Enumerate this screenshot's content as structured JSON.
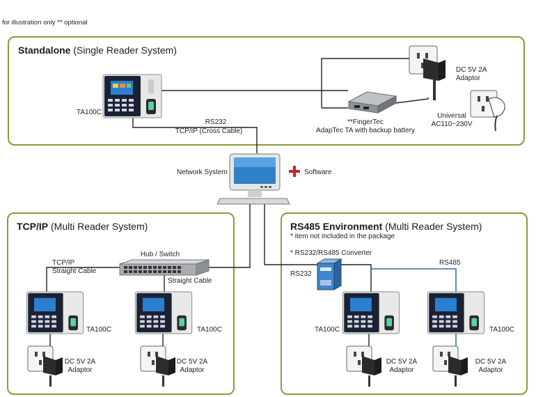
{
  "note": "for illustration only ** optional",
  "colors": {
    "panel_border": "#8a9a3e",
    "wire": "#222222",
    "rs485_wire": "#2f6fb0",
    "plus": "#d42027"
  },
  "standalone": {
    "title_bold": "Standalone",
    "title_rest": "(Single Reader System)",
    "reader_label": "TA100C",
    "link_label_1": "RS232",
    "link_label_2": "TCP/IP (Cross Cable)",
    "adaptor_label": "DC 5V 2A\nAdaptor",
    "adaptec_label": "**FingerTec\nAdapTec TA with backup battery",
    "universal_label": "Universal\nAC110~230V"
  },
  "center": {
    "network_label": "Network System",
    "software_label": "Software"
  },
  "tcpip": {
    "title_bold": "TCP/IP",
    "title_rest": "(Multi Reader System)",
    "hub_label": "Hub / Switch",
    "left_cable": "TCP/IP\nStraight Cable",
    "right_cable": "Straight Cable",
    "reader1_label": "TA100C",
    "reader2_label": "TA100C",
    "adaptor1_label": "DC 5V 2A\nAdaptor",
    "adaptor2_label": "DC 5V 2A\nAdaptor"
  },
  "rs485": {
    "title_bold": "RS485 Environment",
    "title_rest": "(Multi Reader System)",
    "subtitle": "* item not included in the package",
    "converter_label": "* RS232/RS485 Converter",
    "rs232_label": "RS232",
    "rs485_label": "RS485",
    "reader1_label": "TA100C",
    "reader2_label": "TA100C",
    "adaptor1_label": "DC 5V 2A\nAdaptor",
    "adaptor2_label": "DC 5V 2A\nAdaptor"
  }
}
